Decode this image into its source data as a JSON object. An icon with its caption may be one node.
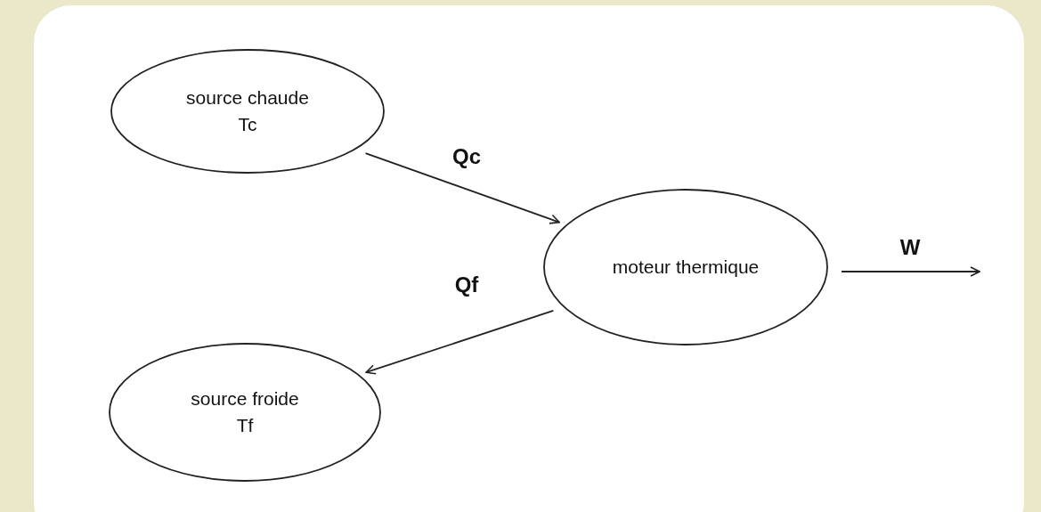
{
  "diagram": {
    "nodes": [
      {
        "text": [
          "source chaude",
          "Tc"
        ]
      },
      {
        "text": [
          "moteur thermique"
        ]
      },
      {
        "text": [
          "source froide",
          "Tf"
        ]
      }
    ],
    "edges": [
      {
        "from": 0,
        "to": 1,
        "arrow": "to",
        "label": "Qc"
      },
      {
        "from": 1,
        "to": 2,
        "arrow": "to",
        "label": "Qf"
      },
      {
        "from": 1,
        "to": null,
        "arrow": "to",
        "label": "W"
      }
    ]
  }
}
